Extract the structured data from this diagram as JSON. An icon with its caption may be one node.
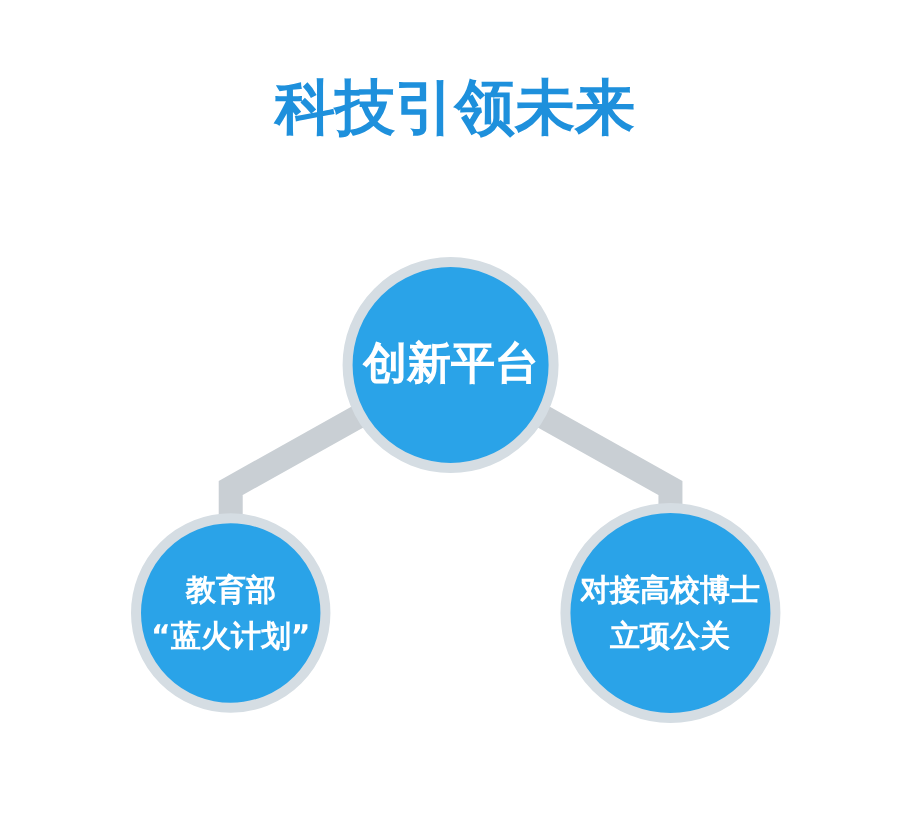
{
  "diagram": {
    "title": "科技引领未来",
    "nodes": [
      {
        "text": [
          "创新平台"
        ]
      },
      {
        "text": [
          "教育部",
          "“蓝火计划”"
        ]
      },
      {
        "text": [
          "对接高校博士",
          "立项公关"
        ]
      }
    ],
    "edges": [
      {
        "from": 0,
        "to": 1,
        "arrow": "none"
      },
      {
        "from": 0,
        "to": 2,
        "arrow": "none"
      }
    ]
  }
}
